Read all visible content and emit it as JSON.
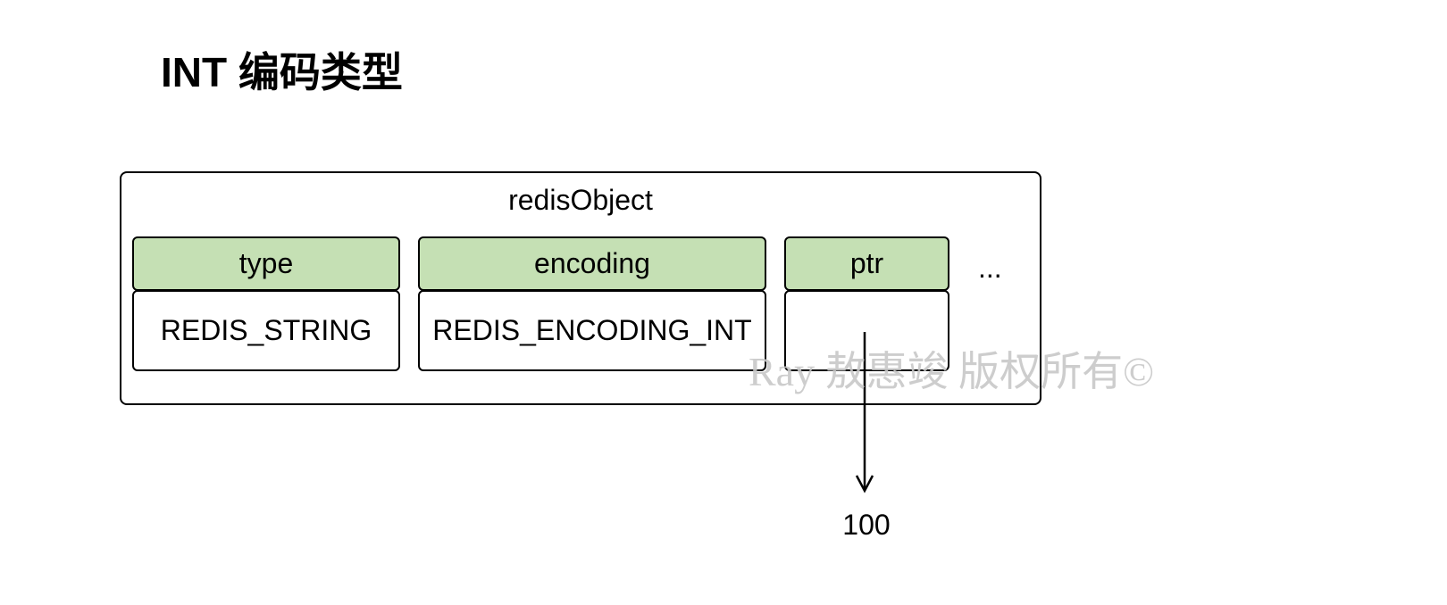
{
  "title": "INT 编码类型",
  "diagram": {
    "container_label": "redisObject",
    "fields": [
      {
        "header": "type",
        "value": "REDIS_STRING"
      },
      {
        "header": "encoding",
        "value": "REDIS_ENCODING_INT"
      },
      {
        "header": "ptr",
        "value": ""
      }
    ],
    "ellipsis": "...",
    "ptr_target": "100"
  },
  "watermark": "Ray 敖惠竣 版权所有©",
  "colors": {
    "header_fill": "#c5e0b4",
    "border": "#000000",
    "watermark": "#c8c8c8"
  }
}
